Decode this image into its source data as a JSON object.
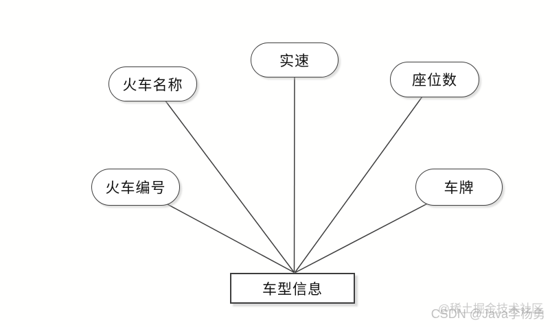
{
  "diagram": {
    "entity": {
      "id": "vehicle-model-info",
      "label": "车型信息"
    },
    "attributes": [
      {
        "id": "train-name",
        "label": "火车名称"
      },
      {
        "id": "actual-speed",
        "label": "实速"
      },
      {
        "id": "seat-count",
        "label": "座位数"
      },
      {
        "id": "train-number",
        "label": "火车编号"
      },
      {
        "id": "license-plate",
        "label": "车牌"
      }
    ],
    "edges": [
      {
        "from": "train-name",
        "to": "vehicle-model-info"
      },
      {
        "from": "actual-speed",
        "to": "vehicle-model-info"
      },
      {
        "from": "seat-count",
        "to": "vehicle-model-info"
      },
      {
        "from": "train-number",
        "to": "vehicle-model-info"
      },
      {
        "from": "license-plate",
        "to": "vehicle-model-info"
      }
    ],
    "colors": {
      "stroke": "#3d3d3d",
      "fill": "#ffffff",
      "shadow": "#bdbdbd",
      "text": "#111111",
      "background": "#fffffe",
      "watermark": "#c4c4c4"
    }
  },
  "watermarks": [
    {
      "text": "@稀土掘金技术社区"
    },
    {
      "text": "CSDN @Java李杨勇"
    }
  ]
}
